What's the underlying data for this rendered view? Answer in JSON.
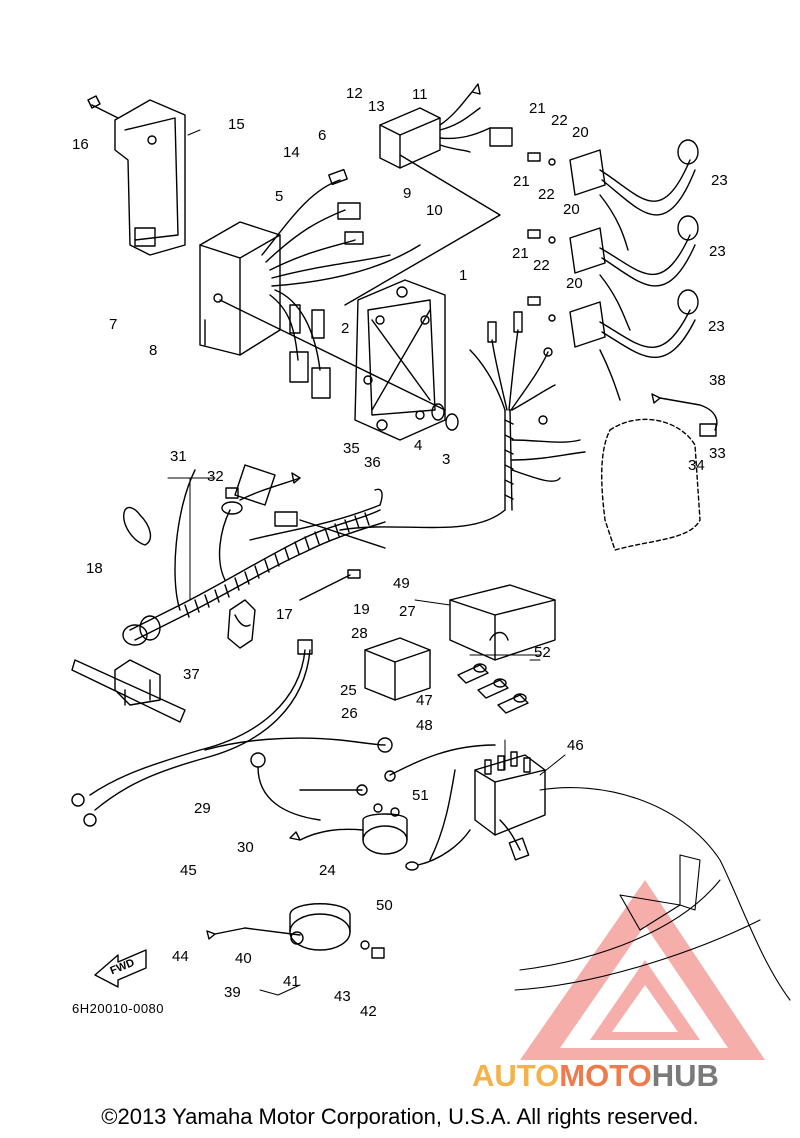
{
  "diagram": {
    "part_labels": [
      {
        "id": "p1",
        "text": "1"
      },
      {
        "id": "p2",
        "text": "2"
      },
      {
        "id": "p3",
        "text": "3"
      },
      {
        "id": "p4",
        "text": "4"
      },
      {
        "id": "p5",
        "text": "5"
      },
      {
        "id": "p6",
        "text": "6"
      },
      {
        "id": "p7",
        "text": "7"
      },
      {
        "id": "p8",
        "text": "8"
      },
      {
        "id": "p9",
        "text": "9"
      },
      {
        "id": "p10",
        "text": "10"
      },
      {
        "id": "p11",
        "text": "11"
      },
      {
        "id": "p12",
        "text": "12"
      },
      {
        "id": "p13",
        "text": "13"
      },
      {
        "id": "p14",
        "text": "14"
      },
      {
        "id": "p15",
        "text": "15"
      },
      {
        "id": "p16",
        "text": "16"
      },
      {
        "id": "p17",
        "text": "17"
      },
      {
        "id": "p18",
        "text": "18"
      },
      {
        "id": "p19",
        "text": "19"
      },
      {
        "id": "p20a",
        "text": "20"
      },
      {
        "id": "p20b",
        "text": "20"
      },
      {
        "id": "p20c",
        "text": "20"
      },
      {
        "id": "p21a",
        "text": "21"
      },
      {
        "id": "p21b",
        "text": "21"
      },
      {
        "id": "p21c",
        "text": "21"
      },
      {
        "id": "p22a",
        "text": "22"
      },
      {
        "id": "p22b",
        "text": "22"
      },
      {
        "id": "p22c",
        "text": "22"
      },
      {
        "id": "p23a",
        "text": "23"
      },
      {
        "id": "p23b",
        "text": "23"
      },
      {
        "id": "p23c",
        "text": "23"
      },
      {
        "id": "p24",
        "text": "24"
      },
      {
        "id": "p25",
        "text": "25"
      },
      {
        "id": "p26",
        "text": "26"
      },
      {
        "id": "p27",
        "text": "27"
      },
      {
        "id": "p28",
        "text": "28"
      },
      {
        "id": "p29",
        "text": "29"
      },
      {
        "id": "p30",
        "text": "30"
      },
      {
        "id": "p31",
        "text": "31"
      },
      {
        "id": "p32",
        "text": "32"
      },
      {
        "id": "p33",
        "text": "33"
      },
      {
        "id": "p34",
        "text": "34"
      },
      {
        "id": "p35",
        "text": "35"
      },
      {
        "id": "p36",
        "text": "36"
      },
      {
        "id": "p37",
        "text": "37"
      },
      {
        "id": "p38",
        "text": "38"
      },
      {
        "id": "p39",
        "text": "39"
      },
      {
        "id": "p40",
        "text": "40"
      },
      {
        "id": "p41",
        "text": "41"
      },
      {
        "id": "p42",
        "text": "42"
      },
      {
        "id": "p43",
        "text": "43"
      },
      {
        "id": "p44",
        "text": "44"
      },
      {
        "id": "p45",
        "text": "45"
      },
      {
        "id": "p46",
        "text": "46"
      },
      {
        "id": "p47",
        "text": "47"
      },
      {
        "id": "p48",
        "text": "48"
      },
      {
        "id": "p49",
        "text": "49"
      },
      {
        "id": "p50",
        "text": "50"
      },
      {
        "id": "p51",
        "text": "51"
      },
      {
        "id": "p52",
        "text": "52"
      }
    ],
    "fwd_label": "FWD",
    "drawing_code": "6H20010-0080"
  },
  "footer": {
    "copyright": "©2013 Yamaha Motor Corporation, U.S.A. All rights reserved."
  },
  "watermark": {
    "part1": "AUTO",
    "part2": "MOTO",
    "part3": "HUB",
    "colors": {
      "auto": "#f5b24a",
      "moto": "#ef7a4b",
      "hub": "#7a7a7a",
      "triangle": "#f28a86"
    }
  }
}
